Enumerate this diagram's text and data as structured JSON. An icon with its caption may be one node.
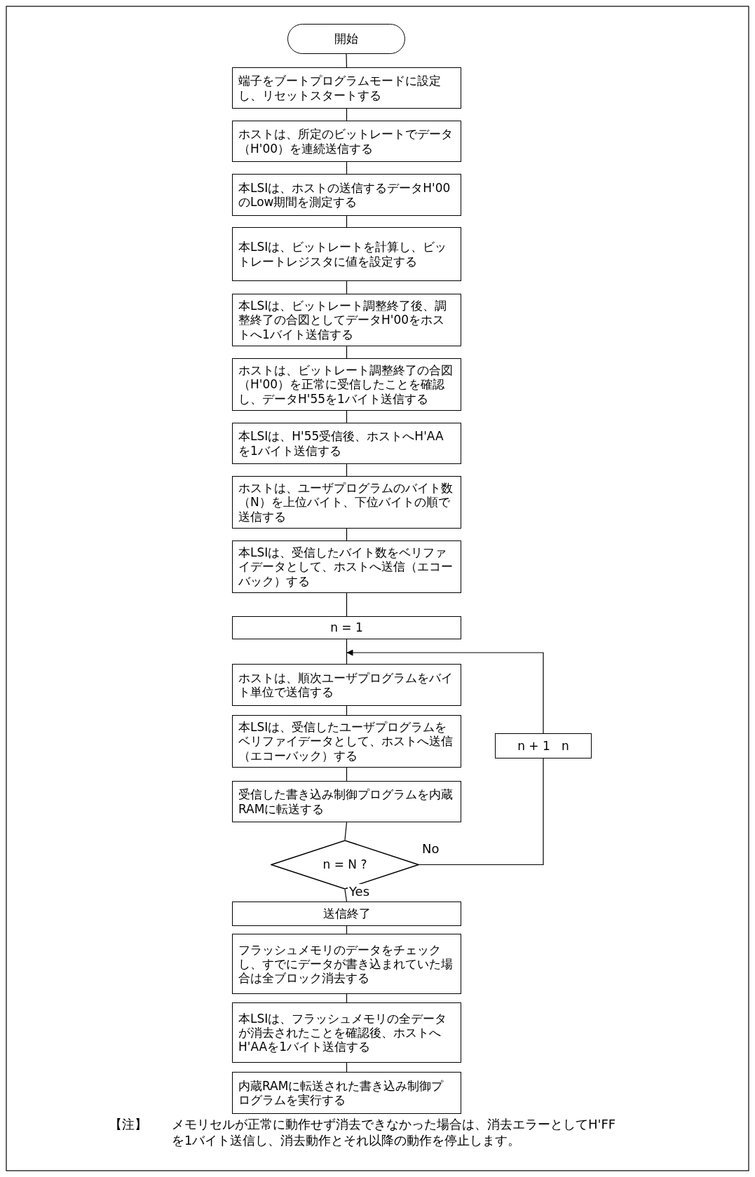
{
  "diagram": {
    "nodes": [
      {
        "text": [
          "開始"
        ]
      },
      {
        "text": [
          "端子をブートプログラムモードに設定し、リセットスタートする"
        ]
      },
      {
        "text": [
          "ホストは、所定のビットレートでデータ（H'00）を連続送信する"
        ]
      },
      {
        "text": [
          "本LSIは、ホストの送信するデータH'00のLow期間を測定する"
        ]
      },
      {
        "text": [
          "本LSIは、ビットレートを計算し、ビットレートレジスタに値を設定する"
        ]
      },
      {
        "text": [
          "本LSIは、ビットレート調整終了後、調整終了の合図としてデータH'00をホストへ1バイト送信する"
        ]
      },
      {
        "text": [
          "ホストは、ビットレート調整終了の合図（H'00）を正常に受信したことを確認し、データH'55を1バイト送信する"
        ]
      },
      {
        "text": [
          "本LSIは、H'55受信後、ホストへH'AAを1バイト送信する"
        ]
      },
      {
        "text": [
          "ホストは、ユーザプログラムのバイト数（N）を上位バイト、下位バイトの順で送信する"
        ]
      },
      {
        "text": [
          "本LSIは、受信したバイト数をベリファイデータとして、ホストへ送信（エコーバック）する"
        ]
      },
      {
        "text": [
          "n = 1"
        ]
      },
      {
        "text": [
          "ホストは、順次ユーザプログラムをバイト単位で送信する"
        ]
      },
      {
        "text": [
          "本LSIは、受信したユーザプログラムをベリファイデータとして、ホストへ送信（エコーバック）する"
        ]
      },
      {
        "text": [
          "受信した書き込み制御プログラムを内蔵RAMに転送する"
        ]
      },
      {
        "text": [
          "n = N ?"
        ]
      },
      {
        "text": [
          "n + 1   n"
        ]
      },
      {
        "text": [
          "送信終了"
        ]
      },
      {
        "text": [
          "フラッシュメモリのデータをチェックし、すでにデータが書き込まれていた場合は全ブロック消去する"
        ]
      },
      {
        "text": [
          "本LSIは、フラッシュメモリの全データが消去されたことを確認後、ホストへH'AAを1バイト送信する"
        ]
      },
      {
        "text": [
          "内蔵RAMに転送された書き込み制御プログラムを実行する"
        ]
      }
    ],
    "edges": [
      {
        "from": 0,
        "to": 1,
        "arrow": "none"
      },
      {
        "from": 1,
        "to": 2,
        "arrow": "none"
      },
      {
        "from": 2,
        "to": 3,
        "arrow": "none"
      },
      {
        "from": 3,
        "to": 4,
        "arrow": "none"
      },
      {
        "from": 4,
        "to": 5,
        "arrow": "none"
      },
      {
        "from": 5,
        "to": 6,
        "arrow": "none"
      },
      {
        "from": 6,
        "to": 7,
        "arrow": "none"
      },
      {
        "from": 7,
        "to": 8,
        "arrow": "none"
      },
      {
        "from": 8,
        "to": 9,
        "arrow": "none"
      },
      {
        "from": 9,
        "to": 10,
        "arrow": "none"
      },
      {
        "from": 10,
        "to": 11,
        "arrow": "none"
      },
      {
        "from": 11,
        "to": 12,
        "arrow": "none"
      },
      {
        "from": 12,
        "to": 13,
        "arrow": "none"
      },
      {
        "from": 13,
        "to": 14,
        "arrow": "none"
      },
      {
        "from": 14,
        "to": 16,
        "arrow": "none",
        "label": "Yes"
      },
      {
        "from": 14,
        "to": 15,
        "arrow": "none",
        "label": "No"
      },
      {
        "from": 15,
        "to": 11,
        "arrow": "to"
      },
      {
        "from": 16,
        "to": 17,
        "arrow": "none"
      },
      {
        "from": 17,
        "to": 18,
        "arrow": "none"
      },
      {
        "from": 18,
        "to": 19,
        "arrow": "none"
      }
    ],
    "labels": [
      "【注】",
      "メモリセルが正常に動作せず消去できなかった場合は、消去エラーとしてH'FFを1バイト送信し、消去動作とそれ以降の動作を停止します。"
    ]
  }
}
